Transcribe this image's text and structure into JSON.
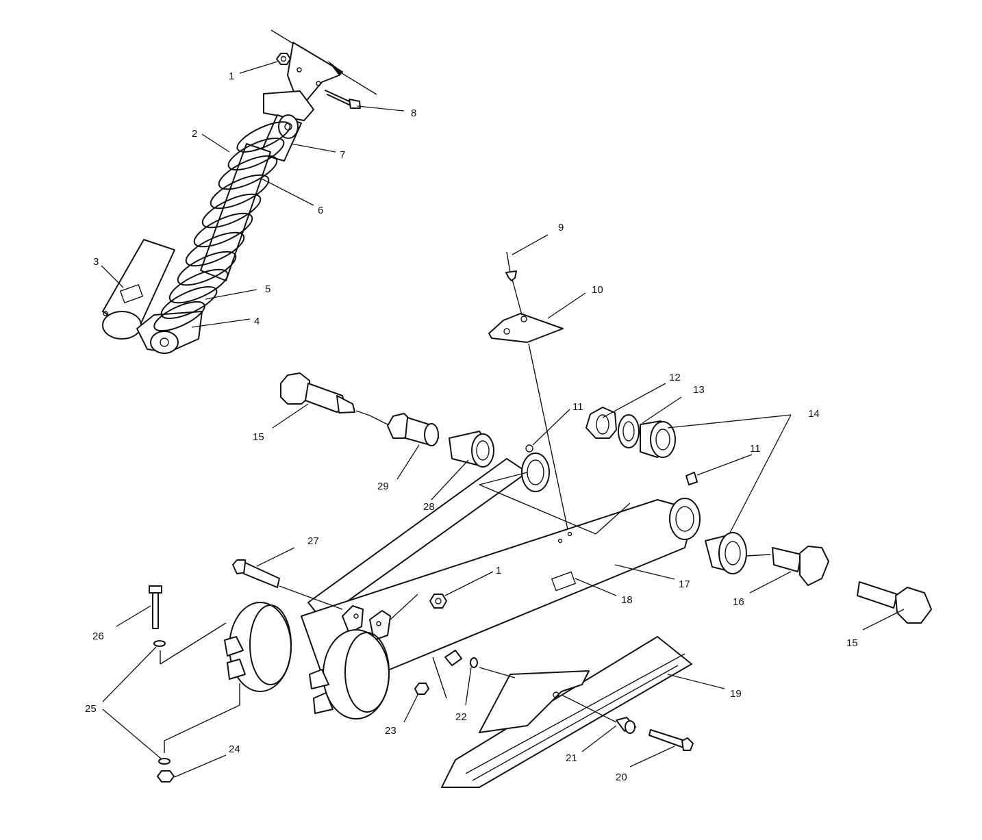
{
  "diagram": {
    "callouts": [
      {
        "id": "c1a",
        "label": "1"
      },
      {
        "id": "c1b",
        "label": "1"
      },
      {
        "id": "c2",
        "label": "2"
      },
      {
        "id": "c3",
        "label": "3"
      },
      {
        "id": "c4",
        "label": "4"
      },
      {
        "id": "c5",
        "label": "5"
      },
      {
        "id": "c6",
        "label": "6"
      },
      {
        "id": "c7",
        "label": "7"
      },
      {
        "id": "c8",
        "label": "8"
      },
      {
        "id": "c9",
        "label": "9"
      },
      {
        "id": "c10",
        "label": "10"
      },
      {
        "id": "c11a",
        "label": "11"
      },
      {
        "id": "c11b",
        "label": "11"
      },
      {
        "id": "c12",
        "label": "12"
      },
      {
        "id": "c13",
        "label": "13"
      },
      {
        "id": "c14",
        "label": "14"
      },
      {
        "id": "c15a",
        "label": "15"
      },
      {
        "id": "c15b",
        "label": "15"
      },
      {
        "id": "c16",
        "label": "16"
      },
      {
        "id": "c17",
        "label": "17"
      },
      {
        "id": "c18",
        "label": "18"
      },
      {
        "id": "c19",
        "label": "19"
      },
      {
        "id": "c20",
        "label": "20"
      },
      {
        "id": "c21",
        "label": "21"
      },
      {
        "id": "c22",
        "label": "22"
      },
      {
        "id": "c23",
        "label": "23"
      },
      {
        "id": "c24",
        "label": "24"
      },
      {
        "id": "c25",
        "label": "25"
      },
      {
        "id": "c26",
        "label": "26"
      },
      {
        "id": "c27",
        "label": "27"
      },
      {
        "id": "c28",
        "label": "28"
      },
      {
        "id": "c29",
        "label": "29"
      }
    ]
  }
}
